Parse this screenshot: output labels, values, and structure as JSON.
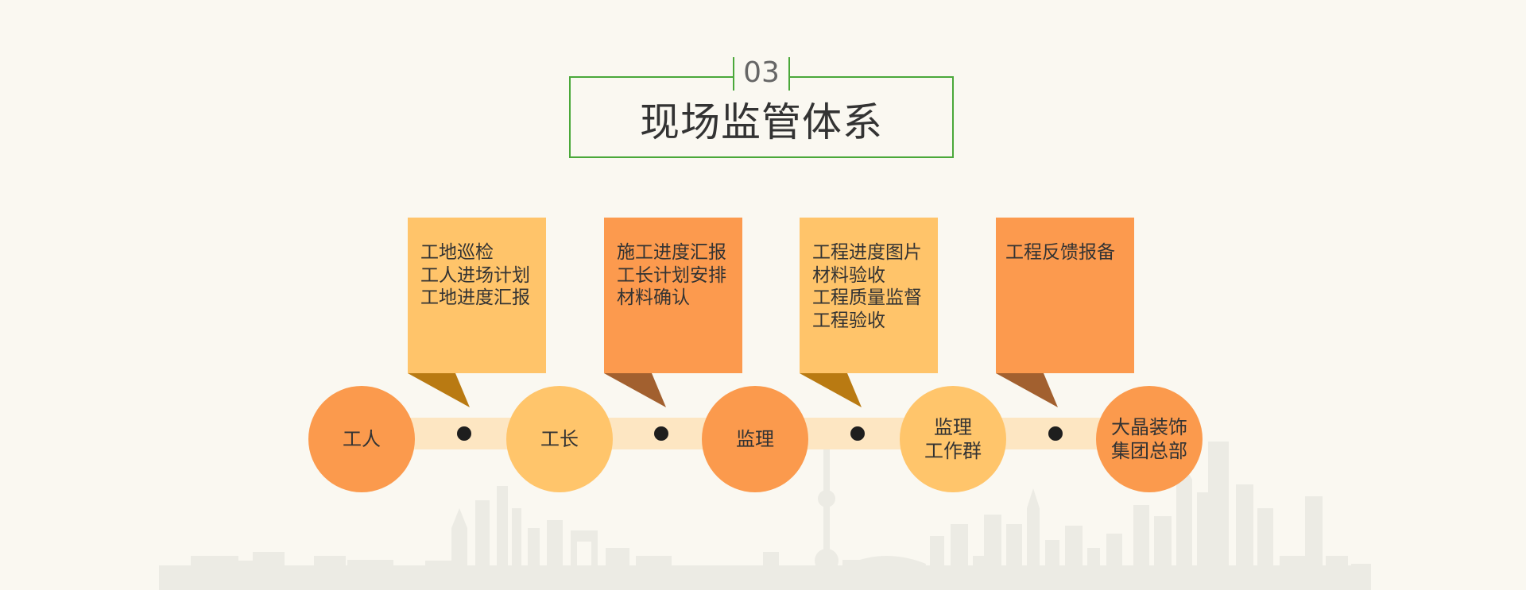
{
  "section": {
    "number": "03",
    "title": "现场监管体系"
  },
  "nodes": [
    {
      "lines": [
        "工人"
      ]
    },
    {
      "lines": [
        "工长"
      ]
    },
    {
      "lines": [
        "监理"
      ]
    },
    {
      "lines": [
        "监理",
        "工作群"
      ]
    },
    {
      "lines": [
        "大晶装饰",
        "集团总部"
      ]
    }
  ],
  "cards": [
    {
      "lines": [
        "工地巡检",
        "工人进场计划",
        "工地进度汇报"
      ]
    },
    {
      "lines": [
        "施工进度汇报",
        "工长计划安排",
        "材料确认"
      ]
    },
    {
      "lines": [
        "工程进度图片",
        "材料验收",
        "工程质量监督",
        "工程验收"
      ]
    },
    {
      "lines": [
        "工程反馈报备"
      ]
    }
  ],
  "colors": {
    "accent_green": "#4aa83a",
    "orange_dark": "#fb9a4d",
    "orange_light": "#ffc56b",
    "track": "#fde6c2"
  }
}
